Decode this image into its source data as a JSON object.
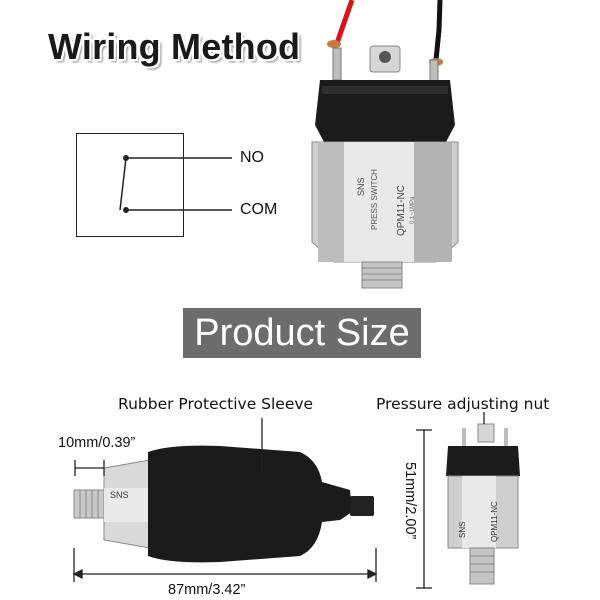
{
  "headings": {
    "wiring_method": "Wiring Method",
    "product_size": "Product Size"
  },
  "wiring": {
    "terminal_no": "NO",
    "terminal_com": "COM"
  },
  "product": {
    "brand": "SNS",
    "type": "PRESS SWITCH",
    "model": "QPM11-NC",
    "rating": "0.1~1MPa"
  },
  "callouts": {
    "sleeve": "Rubber Protective Sleeve",
    "nut": "Pressure adjusting nut"
  },
  "dimensions": {
    "thread_length": "10mm/0.39”",
    "total_length": "87mm/3.42”",
    "height": "51mm/2.00”"
  },
  "colors": {
    "banner_bg": "#6c6c6c",
    "wire_red": "#d8141a",
    "wire_black": "#111111",
    "metal": "#c9c9c9",
    "rubber": "#1b1b1b"
  }
}
